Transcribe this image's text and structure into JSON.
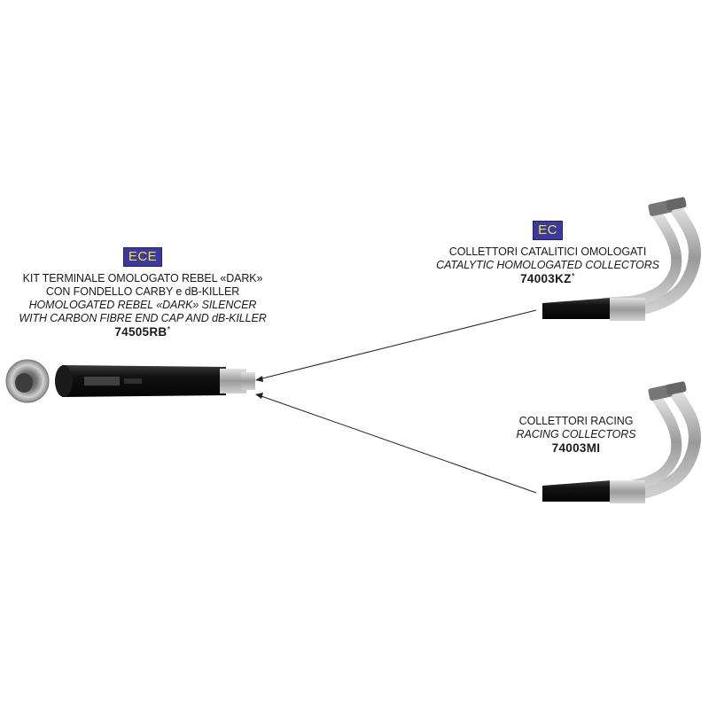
{
  "silencer": {
    "badge": "ECE",
    "line1": "KIT TERMINALE OMOLOGATO REBEL «DARK»",
    "line2": "CON FONDELLO CARBY e dB-KILLER",
    "line3": "HOMOLOGATED REBEL «DARK» SILENCER",
    "line4": "WITH CARBON FIBRE END CAP AND dB-KILLER",
    "code": "74505RB",
    "mark": "*"
  },
  "catalytic": {
    "badge": "EC",
    "line1": "COLLETTORI CATALITICI OMOLOGATI",
    "line2": "CATALYTIC HOMOLOGATED COLLECTORS",
    "code": "74003KZ",
    "mark": "*"
  },
  "racing": {
    "line1": "COLLETTORI RACING",
    "line2": "RACING COLLECTORS",
    "code": "74003MI"
  },
  "colors": {
    "badge_bg": "#3a3aa0",
    "badge_text": "#f6e23a",
    "metal": "#a8a8a8",
    "black_part": "#151515"
  }
}
